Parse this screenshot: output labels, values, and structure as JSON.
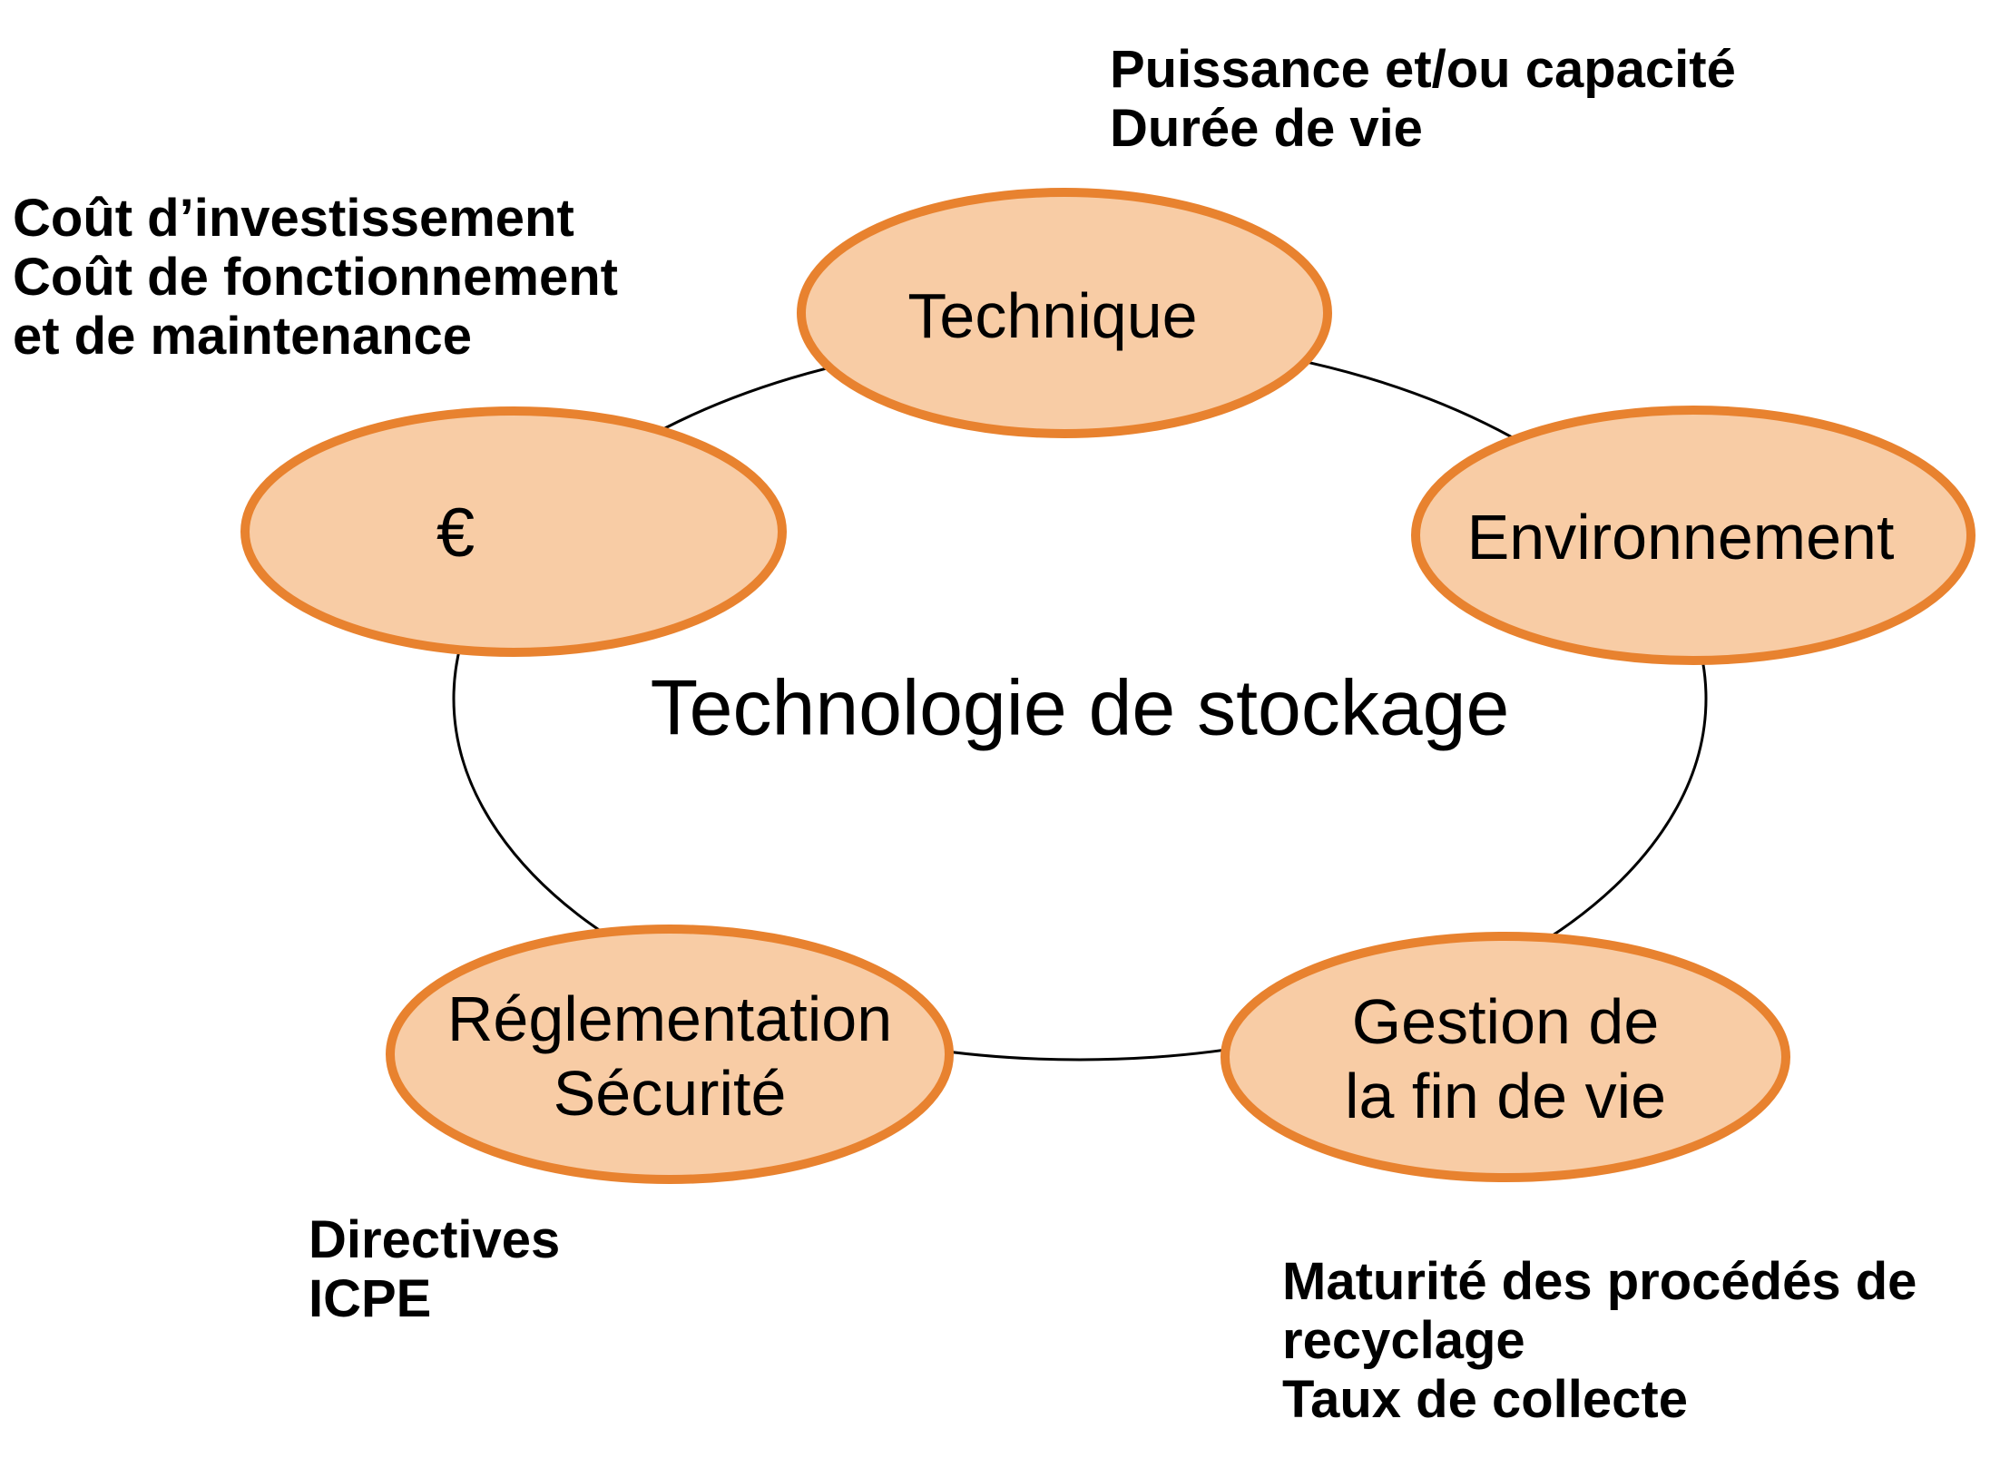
{
  "title": "Technologie de stockage",
  "colors": {
    "node_fill": "#F8CCA5",
    "node_border": "#E8822F",
    "connector": "#000000"
  },
  "nodes": [
    {
      "id": "technique",
      "label_lines": [
        "Technique"
      ]
    },
    {
      "id": "environnement",
      "label_lines": [
        "Environnement"
      ]
    },
    {
      "id": "euro",
      "label_lines": [
        "€"
      ]
    },
    {
      "id": "reglementation",
      "label_lines": [
        "Réglementation",
        "Sécurité"
      ]
    },
    {
      "id": "gestion",
      "label_lines": [
        "Gestion de",
        "la fin de vie"
      ]
    }
  ],
  "annotations": [
    {
      "id": "technique-criteria",
      "lines": [
        "Puissance et/ou capacité",
        "Durée de vie"
      ]
    },
    {
      "id": "cost-criteria",
      "lines": [
        "Coût d’investissement",
        "Coût de fonctionnement",
        "et de maintenance"
      ]
    },
    {
      "id": "regulation-criteria",
      "lines": [
        "Directives",
        "ICPE"
      ]
    },
    {
      "id": "end-of-life-criteria",
      "lines": [
        "Maturité des procédés de",
        "recyclage",
        "Taux de collecte"
      ]
    }
  ]
}
